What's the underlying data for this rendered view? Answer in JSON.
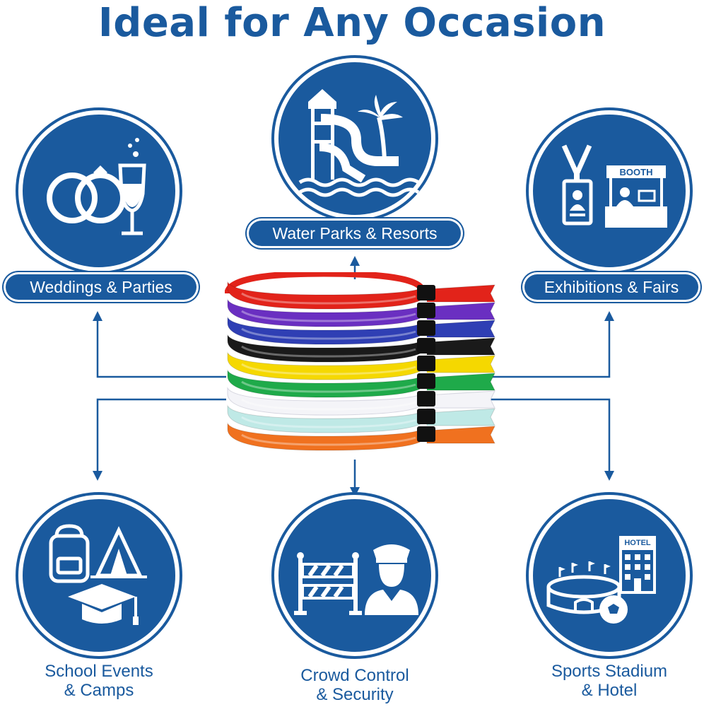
{
  "page": {
    "title": "Ideal for Any Occasion",
    "brand_color": "#1a5a9e"
  },
  "occasions": {
    "weddings": {
      "label": "Weddings & Parties",
      "icon": "rings-champagne-icon"
    },
    "water_parks": {
      "label": "Water Parks & Resorts",
      "icon": "waterslide-palm-icon"
    },
    "exhibitions": {
      "label": "Exhibitions & Fairs",
      "icon": "badge-booth-icon",
      "booth_sign": "BOOTH"
    },
    "school": {
      "line1": "School Events",
      "line2": "& Camps",
      "icon": "backpack-tent-cap-icon"
    },
    "crowd": {
      "line1": "Crowd Control",
      "line2": "& Security",
      "icon": "barrier-guard-icon"
    },
    "sports": {
      "line1": "Sports Stadium",
      "line2": "& Hotel",
      "icon": "stadium-hotel-icon",
      "hotel_sign": "HOTEL"
    }
  },
  "wristbands": {
    "colors": [
      "#e2231a",
      "#6a2fc1",
      "#2f3fb4",
      "#1a1a1a",
      "#f5d800",
      "#1faa4a",
      "#f4f4f8",
      "#bfe9e6",
      "#f0711f"
    ],
    "names": [
      "red",
      "purple",
      "blue",
      "black",
      "yellow",
      "green",
      "white",
      "light-blue",
      "orange"
    ]
  }
}
